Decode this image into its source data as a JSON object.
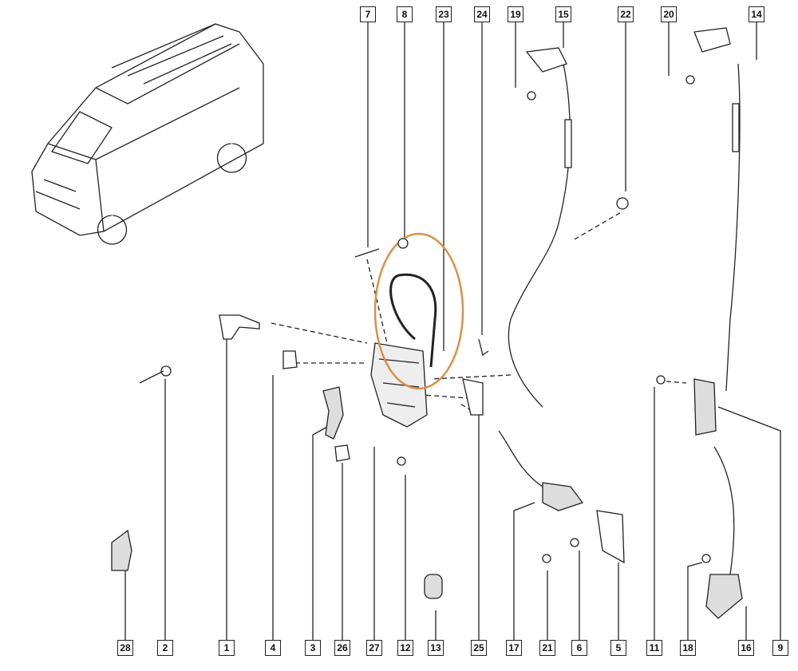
{
  "diagram": {
    "top_labels": [
      "7",
      "8",
      "23",
      "24",
      "19",
      "15",
      "22",
      "20",
      "14"
    ],
    "bottom_labels": [
      "28",
      "2",
      "1",
      "4",
      "3",
      "26",
      "27",
      "12",
      "13",
      "25",
      "17",
      "21",
      "6",
      "5",
      "11",
      "18",
      "16",
      "9"
    ],
    "highlight_color": "#d9914a"
  }
}
